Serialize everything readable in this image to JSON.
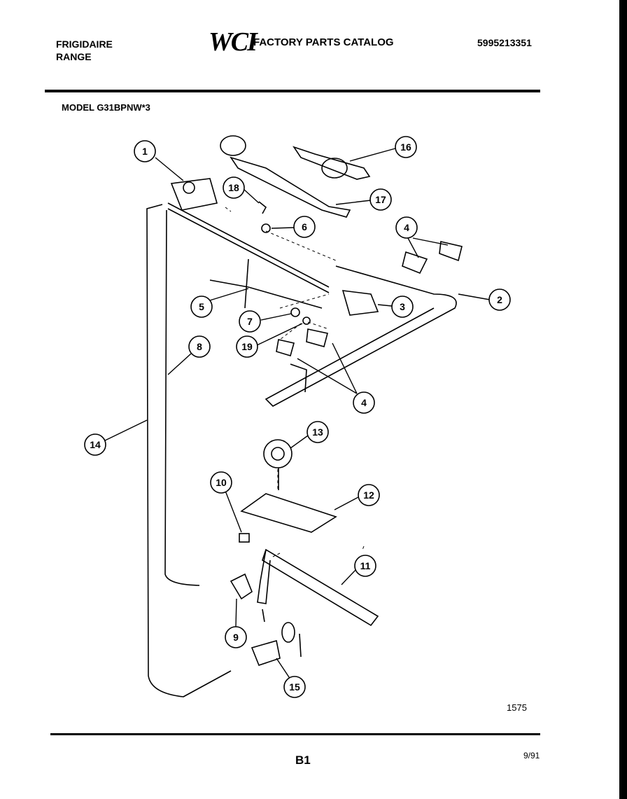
{
  "header": {
    "brand_line1": "FRIGIDAIRE",
    "brand_line2": "RANGE",
    "logo": "WCI",
    "catalog_title": "FACTORY PARTS CATALOG",
    "part_number": "5995213351",
    "model": "MODEL G31BPNW*3"
  },
  "callouts": [
    "1",
    "2",
    "3",
    "4",
    "5",
    "6",
    "7",
    "8",
    "9",
    "10",
    "11",
    "12",
    "13",
    "14",
    "15",
    "16",
    "17",
    "18",
    "19",
    "4"
  ],
  "footer": {
    "diagram_number": "1575",
    "page_code": "B1",
    "date": "9/91"
  }
}
